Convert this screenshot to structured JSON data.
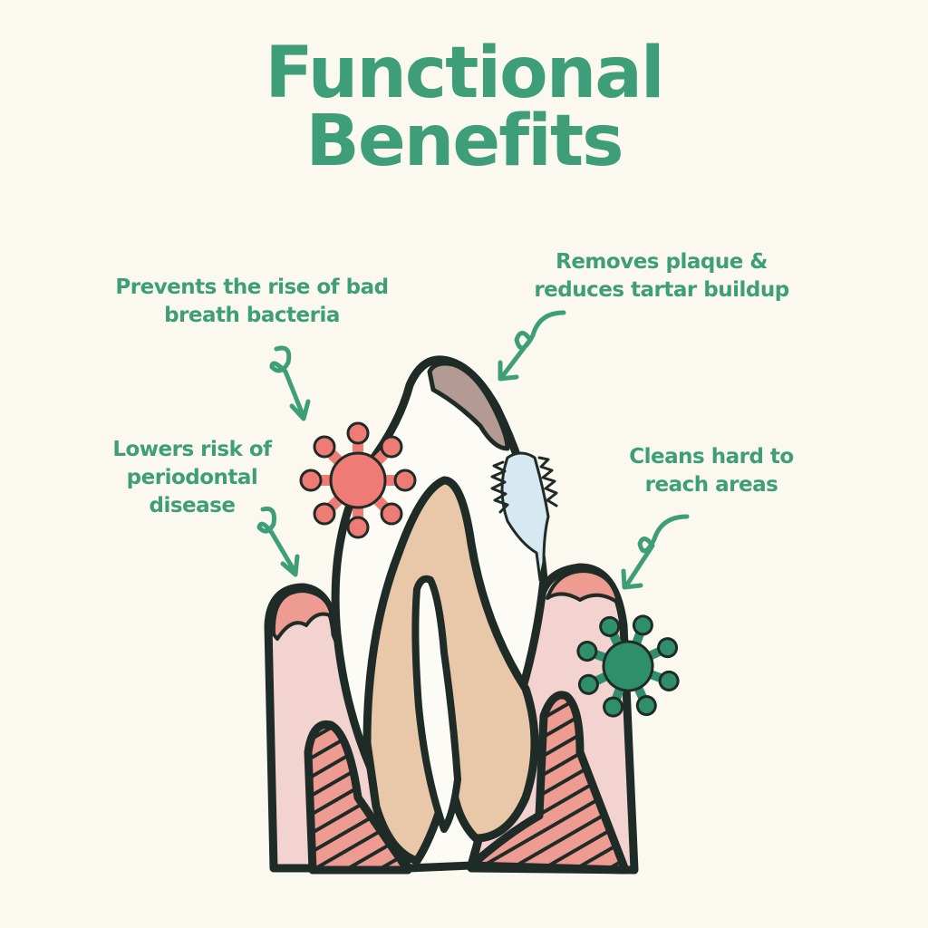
{
  "title": {
    "line1": "Functional",
    "line2": "Benefits"
  },
  "benefits": [
    {
      "lines": [
        "Prevents the rise of bad",
        "breath bacteria"
      ]
    },
    {
      "lines": [
        "Removes plaque &",
        "reduces tartar buildup"
      ]
    },
    {
      "lines": [
        "Lowers risk of",
        "periodontal",
        "disease"
      ]
    },
    {
      "lines": [
        "Cleans hard to",
        "reach areas"
      ]
    }
  ],
  "colors": {
    "background": "#fbf8ef",
    "accent": "#3e9e7a",
    "outline": "#1f2b27",
    "gum": "#f2d3d0",
    "bone": "#ee9c92",
    "dentin": "#e8c8a8",
    "brush": "#d6e8f2",
    "bad_bacteria": "#ee7b74",
    "green_bacteria": "#2f8f6a",
    "tartar": "#b39a92"
  }
}
